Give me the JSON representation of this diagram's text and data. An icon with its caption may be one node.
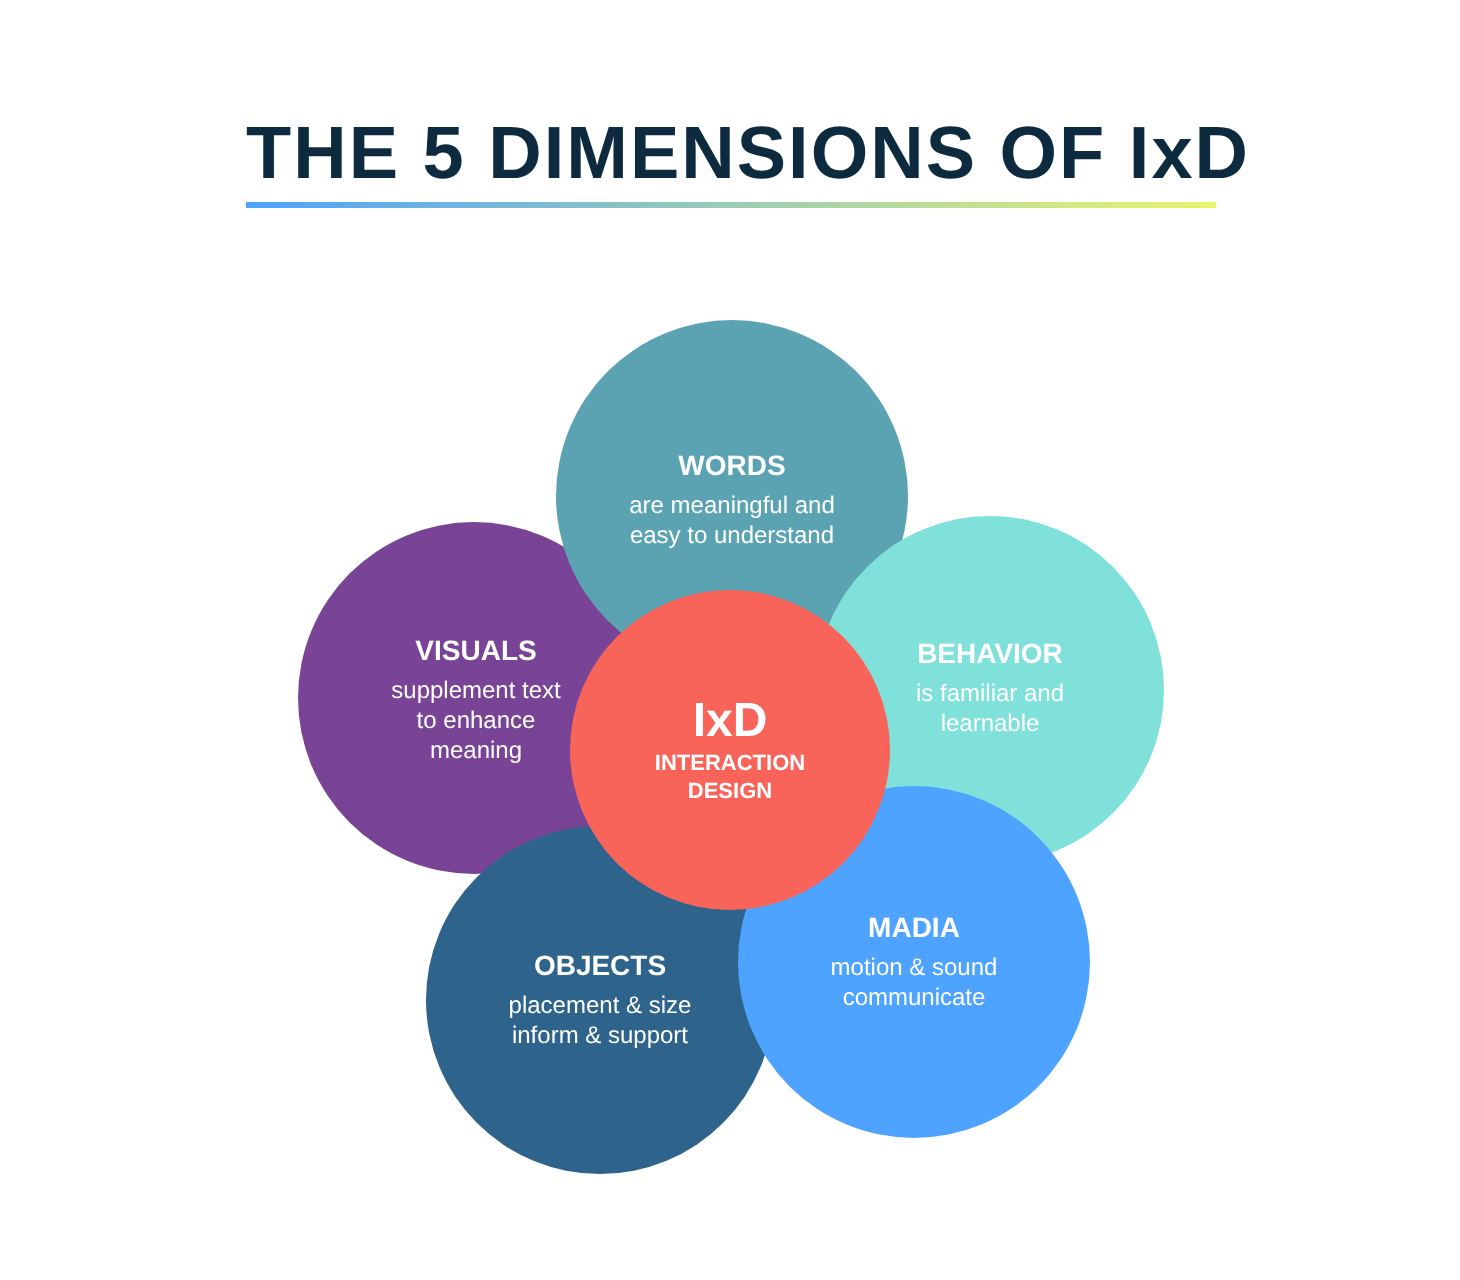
{
  "diagram": {
    "title": "THE 5 DIMENSIONS OF IxD",
    "nodes": [
      {
        "text": [
          "WORDS",
          "are meaningful and easy to understand"
        ]
      },
      {
        "text": [
          "VISUALS",
          "supplement text to enhance meaning"
        ]
      },
      {
        "text": [
          "BEHAVIOR",
          "is familiar and learnable"
        ]
      },
      {
        "text": [
          "IxD",
          "INTERACTION DESIGN"
        ]
      },
      {
        "text": [
          "OBJECTS",
          "placement & size inform & support"
        ]
      },
      {
        "text": [
          "MADIA",
          "motion & sound communicate"
        ]
      }
    ],
    "edges": []
  }
}
